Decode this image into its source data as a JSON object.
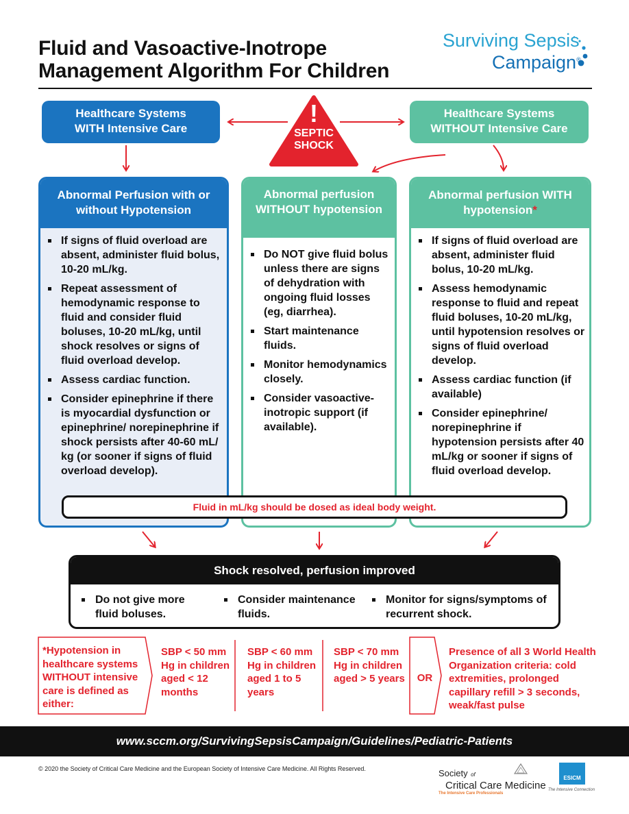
{
  "title": {
    "line1": "Fluid and Vasoactive-Inotrope",
    "line2": "Management Algorithm For Children"
  },
  "logo": {
    "line1": "Surviving Sepsis",
    "line2": "Campaign",
    "reg": "®"
  },
  "systems": {
    "with": {
      "line1": "Healthcare Systems",
      "line2": "WITH Intensive Care"
    },
    "without": {
      "line1": "Healthcare Systems",
      "line2": "WITHOUT Intensive Care"
    }
  },
  "septic_shock": {
    "mark": "!",
    "line1": "SEPTIC",
    "line2": "SHOCK"
  },
  "columns": {
    "left": {
      "heading": "Abnormal Perfusion with or without Hypotension",
      "items": [
        "If signs of fluid overload are absent, administer fluid bolus, 10-20 mL/kg.",
        "Repeat assessment of hemodynamic response to fluid and consider fluid boluses, 10-20 mL/kg, until shock resolves or signs of fluid overload develop.",
        "Assess cardiac function.",
        "Consider epinephrine if there is myocardial dysfunction or epinephrine/ norepinephrine if shock persists after 40-60 mL/ kg (or sooner if signs of fluid overload develop)."
      ]
    },
    "middle": {
      "heading": "Abnormal perfusion WITHOUT hypotension",
      "items": [
        "Do NOT give fluid bolus unless there are signs of dehydration with ongoing fluid losses (eg, diarrhea).",
        "Start maintenance fluids.",
        "Monitor hemodynamics closely.",
        "Consider vasoactive-inotropic support (if available)."
      ]
    },
    "right": {
      "heading": "Abnormal perfusion WITH hypotension",
      "heading_mark": "*",
      "items": [
        "If signs of fluid overload are absent, administer fluid bolus, 10-20 mL/kg.",
        "Assess hemodynamic response to fluid and repeat fluid boluses, 10-20 mL/kg, until hypotension resolves or signs of fluid overload develop.",
        "Assess cardiac function (if available)",
        "Consider epinephrine/ norepinephrine if hypotension persists after 40 mL/kg or sooner if signs of fluid overload develop."
      ]
    }
  },
  "dosing_note": "Fluid in mL/kg should be dosed as ideal body weight.",
  "resolved": {
    "heading": "Shock resolved, perfusion improved",
    "items": [
      "Do not give more fluid boluses.",
      "Consider maintenance fluids.",
      "Monitor for signs/symptoms of recurrent shock."
    ]
  },
  "hypotension": {
    "definition": "*Hypotension in healthcare systems WITHOUT intensive care is defined as either:",
    "criteria": [
      "SBP < 50 mm Hg in children aged < 12 months",
      "SBP < 60 mm Hg in children aged 1 to 5 years",
      "SBP < 70 mm Hg in children aged > 5 years"
    ],
    "or_label": "OR",
    "who_criteria": "Presence of all 3 World Health Organization criteria: cold extremities, prolonged capillary refill > 3 seconds, weak/fast pulse"
  },
  "url": "www.sccm.org/SurvivingSepsisCampaign/Guidelines/Pediatric-Patients",
  "copyright": "© 2020 the Society of Critical Care Medicine and the European Society of Intensive Care Medicine. All Rights Reserved.",
  "sccm": {
    "line1": "Society",
    "of": "of",
    "line2": "Critical Care Medicine",
    "tagline": "The Intensive Care Professionals"
  },
  "esicm": {
    "label": "ESICM",
    "tagline": "The Intensive Connection"
  },
  "colors": {
    "blue": "#1b74c0",
    "teal": "#5dc1a1",
    "red": "#e3232d",
    "black": "#111111",
    "light_blue_bg": "#e9eef7"
  }
}
